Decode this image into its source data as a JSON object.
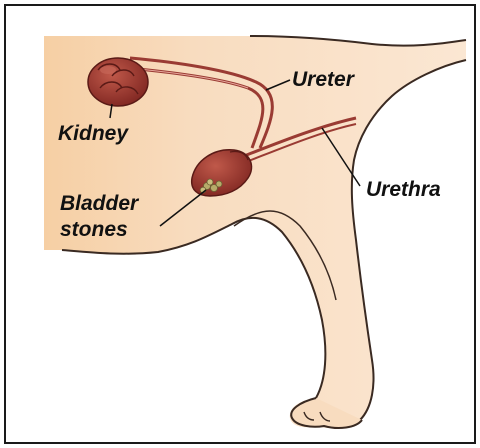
{
  "labels": {
    "kidney": "Kidney",
    "ureter": "Ureter",
    "bladder_line1": "Bladder",
    "bladder_line2": "stones",
    "urethra": "Urethra"
  },
  "colors": {
    "fur": "#f6d3ac",
    "fur_edge": "#fbe6cf",
    "outline": "#3a2a22",
    "organ": "#8e2f28",
    "organ_light": "#b34a3a",
    "tube": "#9a3b33",
    "stones": "#b7ab6a"
  },
  "icons": [
    "kidney-shape",
    "bladder-shape",
    "stones-cluster",
    "paw-shape"
  ]
}
